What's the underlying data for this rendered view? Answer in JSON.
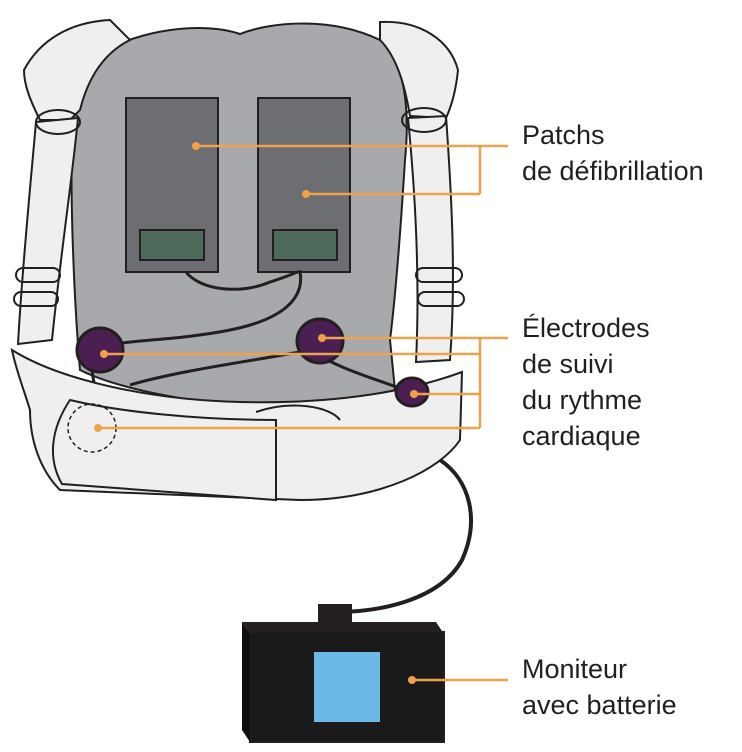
{
  "diagram": {
    "labels": {
      "patches": {
        "lines": [
          "Patchs",
          "de défibrillation"
        ]
      },
      "electrodes": {
        "lines": [
          "Électrodes",
          "de suivi",
          "du rythme",
          "cardiaque"
        ]
      },
      "monitor": {
        "lines": [
          "Moniteur",
          "avec batterie"
        ]
      }
    },
    "colors": {
      "leader_line": "#f0a14a",
      "leader_dot": "#f0a14a",
      "vest_back": "#a7a9ac",
      "strap": "#efefef",
      "outline": "#231f20",
      "patch": "#6d6e71",
      "patch_window": "#4d6a5a",
      "electrode": "#4b1f52",
      "monitor_body": "#1b1a1b",
      "monitor_screen": "#6cb8e6",
      "label_text": "#231f20"
    }
  }
}
